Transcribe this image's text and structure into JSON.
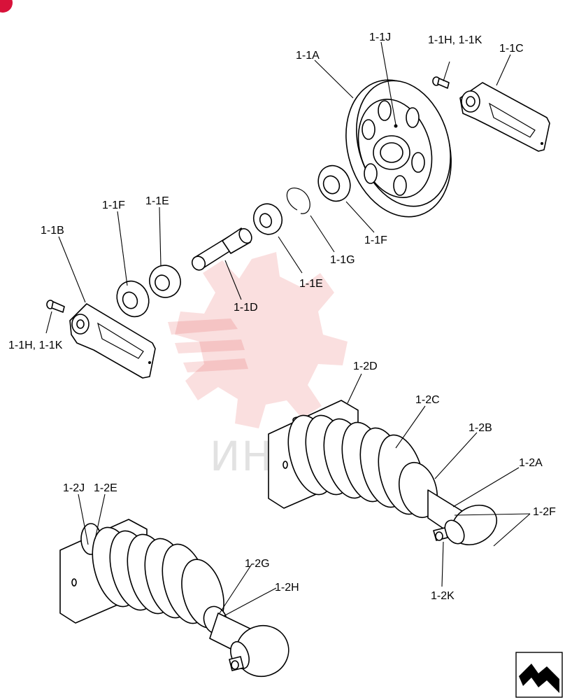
{
  "callouts": {
    "c_1_1A": "1-1A",
    "c_1_1J": "1-1J",
    "c_1_1HK_top": "1-1H, 1-1K",
    "c_1_1C": "1-1C",
    "c_1_1F_left": "1-1F",
    "c_1_1E_left": "1-1E",
    "c_1_1B": "1-1B",
    "c_1_1F_right": "1-1F",
    "c_1_1G": "1-1G",
    "c_1_1E_right": "1-1E",
    "c_1_1D": "1-1D",
    "c_1_1HK_left": "1-1H, 1-1K",
    "c_1_2D": "1-2D",
    "c_1_2C": "1-2C",
    "c_1_2B": "1-2B",
    "c_1_2A": "1-2A",
    "c_1_2F": "1-2F",
    "c_1_2K": "1-2K",
    "c_1_2J": "1-2J",
    "c_1_2E": "1-2E",
    "c_1_2G": "1-2G",
    "c_1_2H": "1-2H"
  },
  "watermark": {
    "text": "ИНТЕХ",
    "color": "#e23b3b"
  },
  "icons": {
    "nav": "next-page-arrow-icon",
    "corner": "corner-badge-icon"
  }
}
